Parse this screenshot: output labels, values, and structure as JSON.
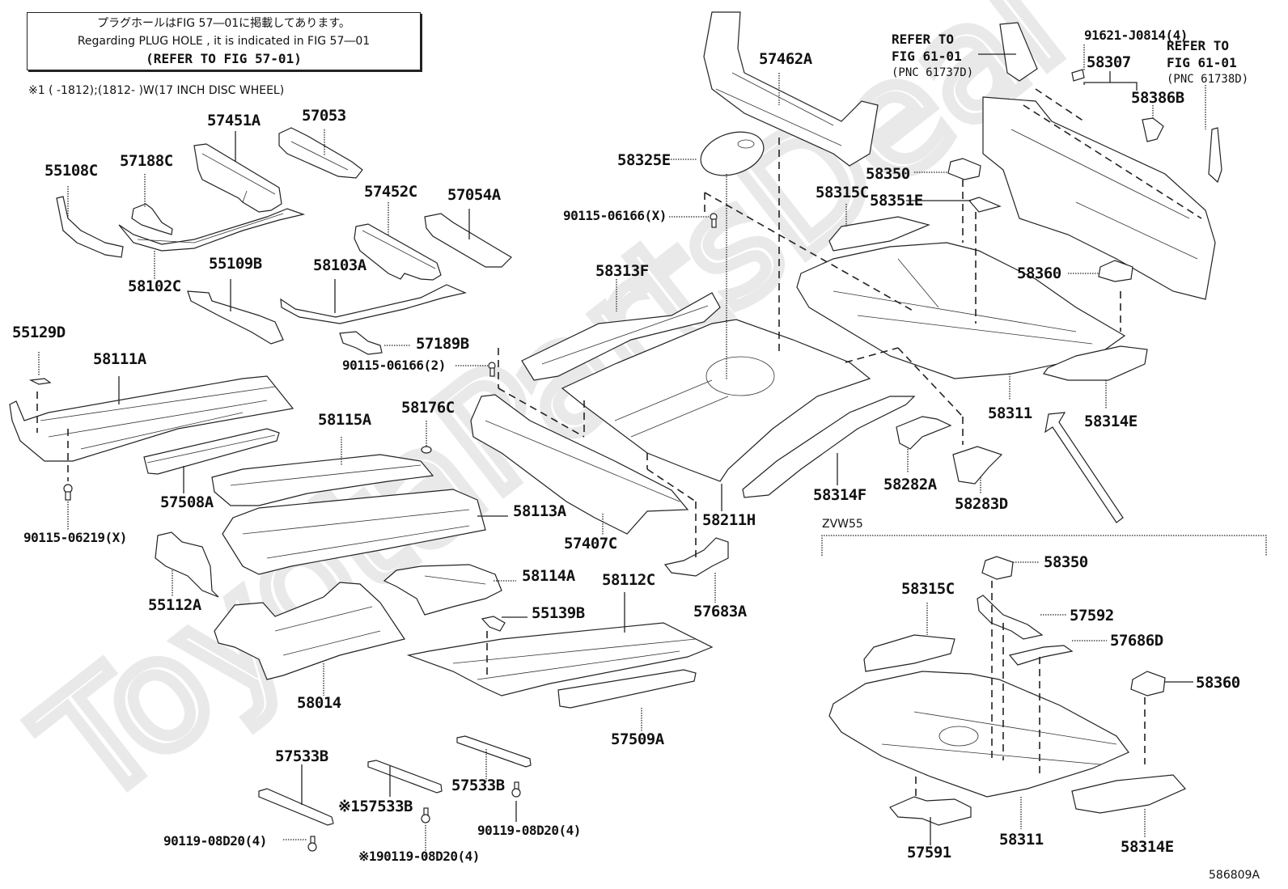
{
  "note": {
    "line_jp": "プラグホールはFIG 57―01に掲載してあります。",
    "line_en": "Regarding  PLUG  HOLE , it is indicated in FIG  57―01",
    "line_ref": "(REFER TO FIG 57-01)"
  },
  "footnote": "※1 (      -1812);(1812-      )W(17 INCH DISC WHEEL)",
  "refers": [
    {
      "id": "refer-left",
      "line1": "REFER TO",
      "line2": "FIG 61-01",
      "line3": "(PNC 61737D)"
    },
    {
      "id": "refer-right",
      "line1": "REFER TO",
      "line2": "FIG 61-01",
      "line3": "(PNC 61738D)"
    }
  ],
  "section_label": "ZVW55",
  "figure_id": "586809A",
  "watermark": "ToyotaPartsDeal",
  "parts": [
    {
      "pnc": "57462A"
    },
    {
      "pnc": "91621-J0814(4)"
    },
    {
      "pnc": "58307"
    },
    {
      "pnc": "58386B"
    },
    {
      "pnc": "57451A"
    },
    {
      "pnc": "57053"
    },
    {
      "pnc": "55108C"
    },
    {
      "pnc": "57188C"
    },
    {
      "pnc": "58325E"
    },
    {
      "pnc": "58350"
    },
    {
      "pnc": "58315C"
    },
    {
      "pnc": "58351E"
    },
    {
      "pnc": "57452C"
    },
    {
      "pnc": "57054A"
    },
    {
      "pnc": "90115-06166(X)"
    },
    {
      "pnc": "58102C"
    },
    {
      "pnc": "55109B"
    },
    {
      "pnc": "58103A"
    },
    {
      "pnc": "58313F"
    },
    {
      "pnc": "58360"
    },
    {
      "pnc": "55129D"
    },
    {
      "pnc": "57189B"
    },
    {
      "pnc": "90115-06166(2)"
    },
    {
      "pnc": "58111A"
    },
    {
      "pnc": "58176C"
    },
    {
      "pnc": "58115A"
    },
    {
      "pnc": "58311"
    },
    {
      "pnc": "58314E"
    },
    {
      "pnc": "57508A"
    },
    {
      "pnc": "58282A"
    },
    {
      "pnc": "58314F"
    },
    {
      "pnc": "58283D"
    },
    {
      "pnc": "58113A"
    },
    {
      "pnc": "58211H"
    },
    {
      "pnc": "90115-06219(X)"
    },
    {
      "pnc": "57407C"
    },
    {
      "pnc": "55112A"
    },
    {
      "pnc": "58114A"
    },
    {
      "pnc": "58112C"
    },
    {
      "pnc": "57683A"
    },
    {
      "pnc": "55139B"
    },
    {
      "pnc": "58014"
    },
    {
      "pnc": "57509A"
    },
    {
      "pnc": "57533B"
    },
    {
      "pnc": "※157533B"
    },
    {
      "pnc": "57533B"
    },
    {
      "pnc": "90119-08D20(4)"
    },
    {
      "pnc": "※190119-08D20(4)"
    },
    {
      "pnc": "90119-08D20(4)"
    }
  ],
  "zvw55_parts": [
    {
      "pnc": "58350"
    },
    {
      "pnc": "58315C"
    },
    {
      "pnc": "57592"
    },
    {
      "pnc": "57686D"
    },
    {
      "pnc": "58360"
    },
    {
      "pnc": "57591"
    },
    {
      "pnc": "58311"
    },
    {
      "pnc": "58314E"
    }
  ]
}
